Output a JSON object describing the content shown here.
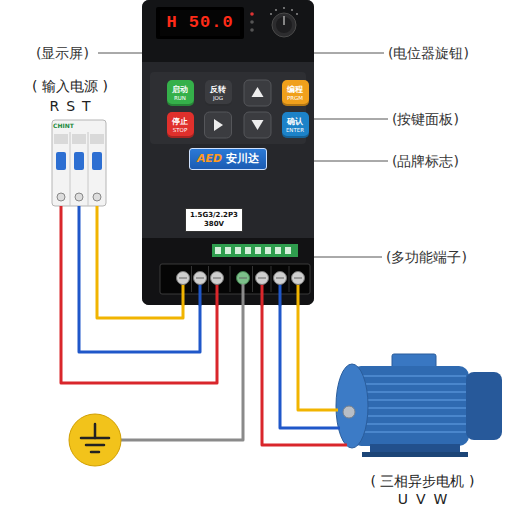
{
  "diagram": {
    "nodes": [
      {
        "text": [
          "1.5G3/2.2P3",
          "380V"
        ]
      },
      {
        "text": [
          "H 50.0"
        ],
        "in": 0
      },
      {
        "text": [
          "启动",
          "RUN"
        ],
        "in": 0
      },
      {
        "text": [
          "反转",
          "JOG"
        ],
        "in": 0
      },
      {
        "text": [
          "编程",
          "PRGM"
        ],
        "in": 0
      },
      {
        "text": [
          "停止",
          "STOP"
        ],
        "in": 0
      },
      {
        "text": [
          "确认",
          "ENTER"
        ],
        "in": 0
      },
      {
        "text": [
          "AED",
          "安川达"
        ],
        "in": 0
      },
      {
        "text": [
          "( 输入电源 )",
          "RST",
          "CHINT"
        ]
      },
      {
        "text": [
          "( 三相异步电机 )",
          "UVW"
        ]
      }
    ],
    "edges": [
      {
        "from": 8,
        "to": 0,
        "arrow": "none"
      },
      {
        "from": 8,
        "to": 0,
        "arrow": "none"
      },
      {
        "from": 8,
        "to": 0,
        "arrow": "none"
      },
      {
        "from": 0,
        "to": 9,
        "arrow": "none"
      },
      {
        "from": 0,
        "to": 9,
        "arrow": "none"
      },
      {
        "from": 0,
        "to": 9,
        "arrow": "none"
      }
    ],
    "labels": [
      "(显示屏)",
      "(电位器旋钮)",
      "(按键面板)",
      "(品牌标志)",
      "(多功能端子)"
    ]
  }
}
